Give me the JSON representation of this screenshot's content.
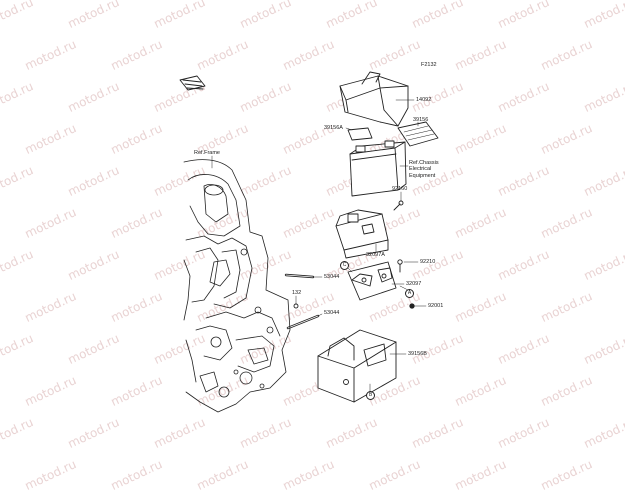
{
  "diagram_id": "F2132",
  "watermark": "motod.ru",
  "ref_frame": "Ref.Frame",
  "ref_chassis": "Ref.Chassis\nElectrical\nEquipment",
  "parts": {
    "p14092": "14092",
    "p39156A": "39156A",
    "p39156": "39156",
    "p92160": "92160",
    "p32097A": "32097A",
    "p92210": "92210",
    "p32097": "32097",
    "p92001": "92001",
    "p39156B": "39156B",
    "p53044a": "53044",
    "p132": "132",
    "p53044b": "53044"
  },
  "callouts": {
    "c": "C",
    "a1": "A",
    "b1": "B"
  }
}
